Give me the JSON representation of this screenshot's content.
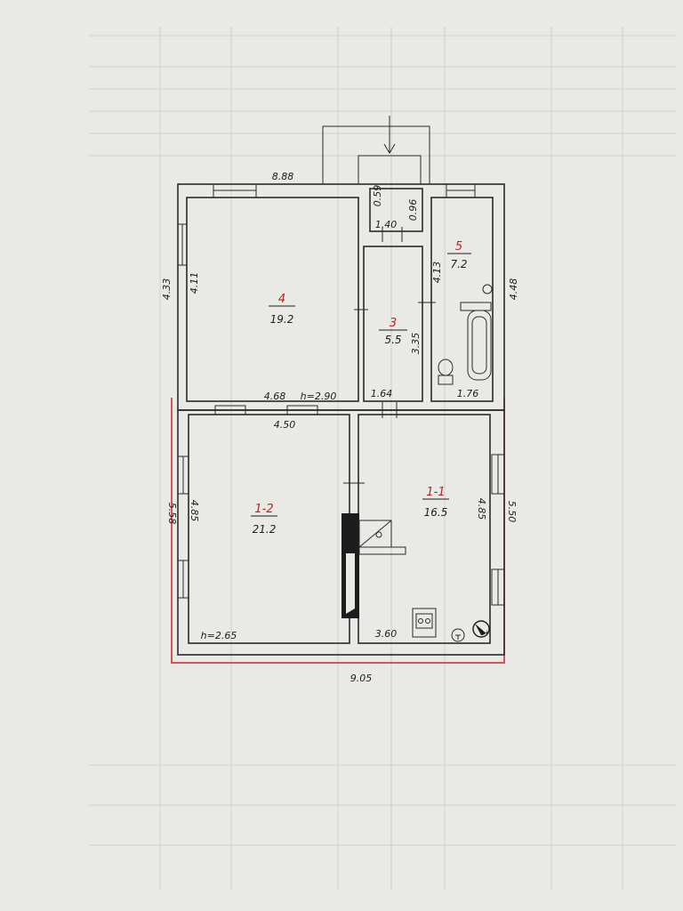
{
  "plan": {
    "dimensions": {
      "top_width": "8.88",
      "left_upper_height": "4.33",
      "left_upper_inner": "4.11",
      "porch_a": "0.59",
      "porch_b": "0.96",
      "porch_width": "1.40",
      "bath_height": "4.13",
      "right_upper_height": "4.48",
      "hall_height": "3.35",
      "room1_width": "4.68",
      "ceiling_upper": "h=2.90",
      "hall_width": "1.64",
      "bath_width": "1.76",
      "room12_top_width": "4.50",
      "left_lower_height": "5.58",
      "room12_inner_height": "4.85",
      "room11_inner_height": "4.85",
      "right_lower_height": "5.50",
      "ceiling_lower": "h=2.65",
      "room11_bottom_width": "3.60",
      "bottom_width": "9.05"
    },
    "rooms": [
      {
        "number": "4",
        "area": "19.2"
      },
      {
        "number": "3",
        "area": "5.5"
      },
      {
        "number": "5",
        "area": "7.2"
      },
      {
        "number": "1-2",
        "area": "21.2"
      },
      {
        "number": "1-1",
        "area": "16.5"
      }
    ],
    "colors": {
      "red_outline": "#d2232a",
      "ink": "#2a2a2a",
      "paper": "#e9e9e6"
    }
  }
}
